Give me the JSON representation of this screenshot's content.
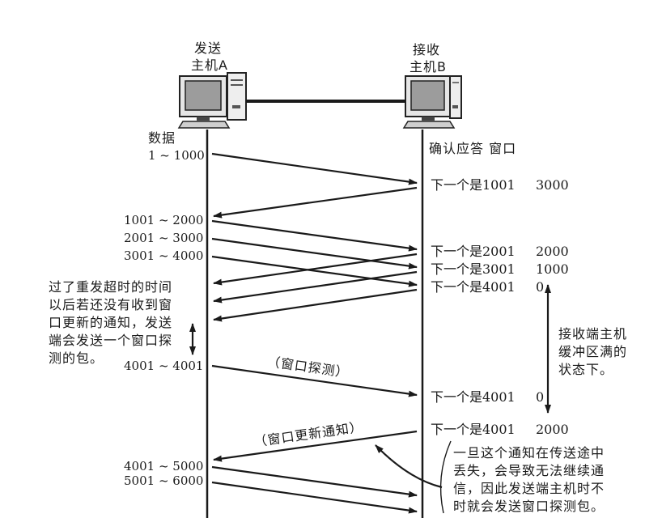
{
  "hosts": {
    "sender": {
      "line1": "发送",
      "line2": "主机A"
    },
    "receiver": {
      "line1": "接收",
      "line2": "主机B"
    }
  },
  "headers": {
    "data": "数据",
    "ack_window": "确认应答 窗口"
  },
  "segments": [
    "1 ~ 1000",
    "1001 ~ 2000",
    "2001 ~ 3000",
    "3001 ~ 4000",
    "4001 ~ 4001",
    "4001 ~ 5000",
    "5001 ~ 6000"
  ],
  "acks": [
    {
      "next": "下一个是1001",
      "window": "3000"
    },
    {
      "next": "下一个是2001",
      "window": "2000"
    },
    {
      "next": "下一个是3001",
      "window": "1000"
    },
    {
      "next": "下一个是4001",
      "window": "0"
    },
    {
      "next": "下一个是4001",
      "window": "0"
    },
    {
      "next": "下一个是4001",
      "window": "2000"
    }
  ],
  "arrow_labels": {
    "window_probe": "（窗口探测）",
    "window_update": "（窗口更新通知）"
  },
  "notes": {
    "timeout": [
      "过了重发超时的时间",
      "以后若还没有收到窗",
      "口更新的通知，发送",
      "端会发送一个窗口探",
      "测的包。"
    ],
    "buffer_full": [
      "接收端主机",
      "缓冲区满的",
      "状态下。"
    ],
    "lost_update": [
      "一旦这个通知在传送途中",
      "丢失，会导致无法继续通",
      "信，因此发送端主机时不",
      "时就会发送窗口探测包。"
    ]
  },
  "colors": {
    "ink": "#1a1a1a",
    "background": "#ffffff"
  }
}
